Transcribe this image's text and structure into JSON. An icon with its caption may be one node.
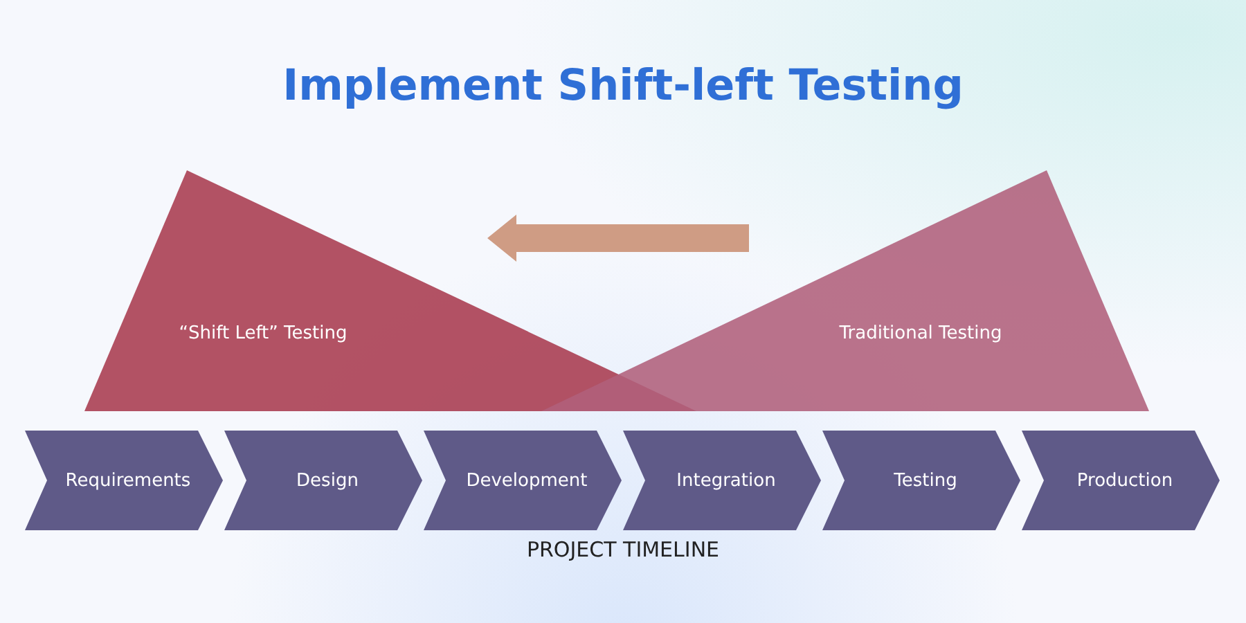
{
  "diagram": {
    "title": "Implement Shift-left Testing",
    "nodes": [
      {
        "text": [
          "“Shift Left” Testing"
        ]
      },
      {
        "text": [
          "Traditional Testing"
        ]
      },
      {
        "text": [
          "Requirements"
        ]
      },
      {
        "text": [
          "Design"
        ]
      },
      {
        "text": [
          "Development"
        ]
      },
      {
        "text": [
          "Integration"
        ]
      },
      {
        "text": [
          "Testing"
        ]
      },
      {
        "text": [
          "Production"
        ]
      }
    ],
    "edges": [],
    "labels": [
      "PROJECT TIMELINE"
    ]
  }
}
